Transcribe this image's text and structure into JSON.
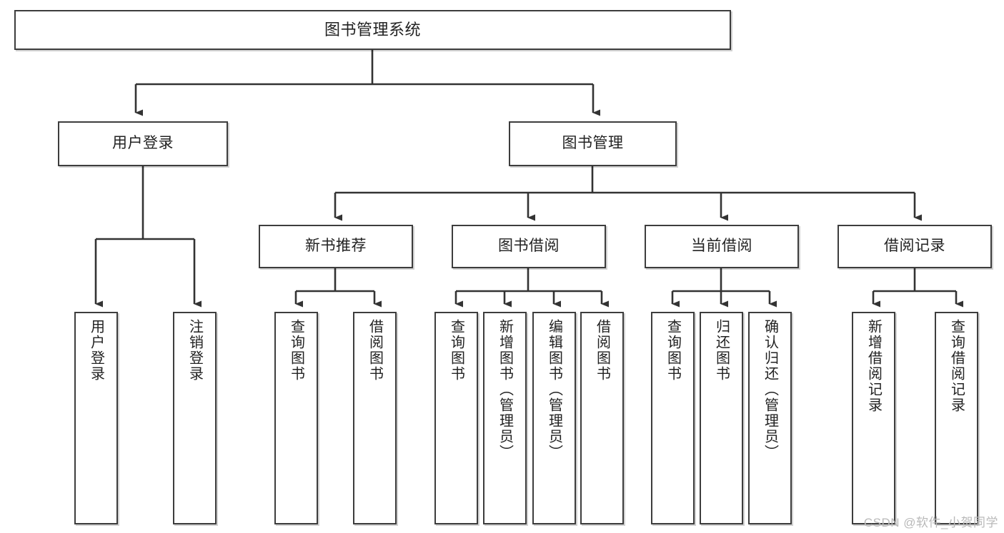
{
  "diagram": {
    "title": "图书管理系统",
    "watermark": "CSDN @软件_小贺同学",
    "colors": {
      "border": "#3d3d3d",
      "background": "#ffffff",
      "text": "#222222",
      "connector": "#333333",
      "watermark": "#b9b9b9"
    },
    "nodes": {
      "root": {
        "label": "图书管理系统"
      },
      "level1": [
        {
          "id": "user-login",
          "label": "用户登录"
        },
        {
          "id": "book-manage",
          "label": "图书管理"
        }
      ],
      "level2": [
        {
          "id": "new-book-recommend",
          "label": "新书推荐"
        },
        {
          "id": "book-borrow",
          "label": "图书借阅"
        },
        {
          "id": "current-borrow",
          "label": "当前借阅"
        },
        {
          "id": "borrow-record",
          "label": "借阅记录"
        }
      ],
      "leaves": {
        "user_login": [
          {
            "id": "leaf-user-login",
            "label": "用户登录"
          },
          {
            "id": "leaf-logout-login",
            "label": "注销登录"
          }
        ],
        "new_book_recommend": [
          {
            "id": "leaf-query-book-1",
            "label": "查询图书"
          },
          {
            "id": "leaf-borrow-book-1",
            "label": "借阅图书"
          }
        ],
        "book_borrow": [
          {
            "id": "leaf-query-book-2",
            "label": "查询图书"
          },
          {
            "id": "leaf-add-book",
            "label": "新增图书（管理员）"
          },
          {
            "id": "leaf-edit-book",
            "label": "编辑图书（管理员）"
          },
          {
            "id": "leaf-borrow-book-2",
            "label": "借阅图书"
          }
        ],
        "current_borrow": [
          {
            "id": "leaf-query-book-3",
            "label": "查询图书"
          },
          {
            "id": "leaf-return-book",
            "label": "归还图书"
          },
          {
            "id": "leaf-confirm-return",
            "label": "确认归还（管理员）"
          }
        ],
        "borrow_record": [
          {
            "id": "leaf-add-record",
            "label": "新增借阅记录"
          },
          {
            "id": "leaf-query-record",
            "label": "查询借阅记录"
          }
        ]
      }
    }
  }
}
